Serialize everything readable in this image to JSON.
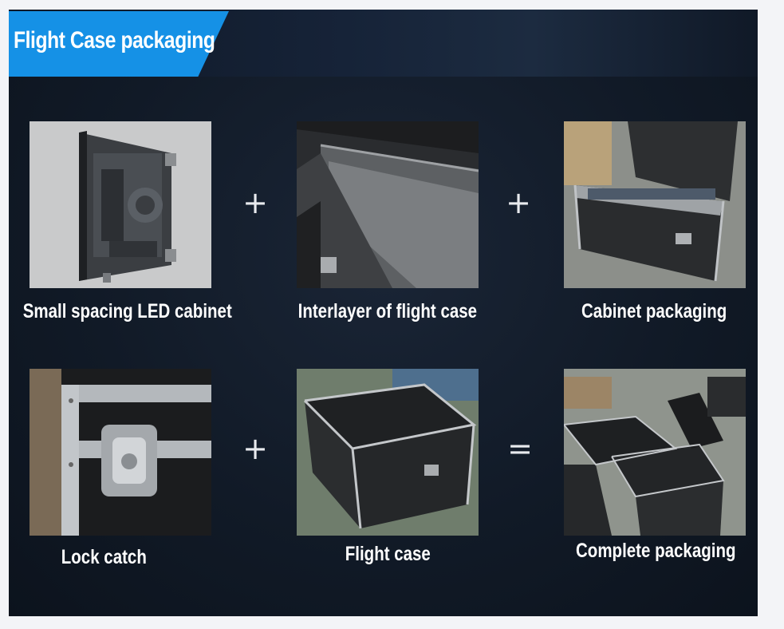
{
  "header": {
    "title": "Flight Case packaging"
  },
  "row1": {
    "items": [
      {
        "caption": "Small spacing LED cabinet",
        "icon": "led-cabinet-photo"
      },
      {
        "caption": "Interlayer of flight case",
        "icon": "case-interlayer-photo"
      },
      {
        "caption": "Cabinet packaging",
        "icon": "cabinet-packaging-photo"
      }
    ],
    "operators": [
      "+",
      "+"
    ]
  },
  "row2": {
    "items": [
      {
        "caption": "Lock catch",
        "icon": "lock-catch-photo"
      },
      {
        "caption": "Flight case",
        "icon": "flight-case-photo"
      },
      {
        "caption": "Complete packaging",
        "icon": "complete-packaging-photo"
      }
    ],
    "operators": [
      "+",
      "="
    ]
  },
  "colors": {
    "accent": "#1591e6",
    "panel": "#111a27",
    "text": "#ffffff"
  }
}
